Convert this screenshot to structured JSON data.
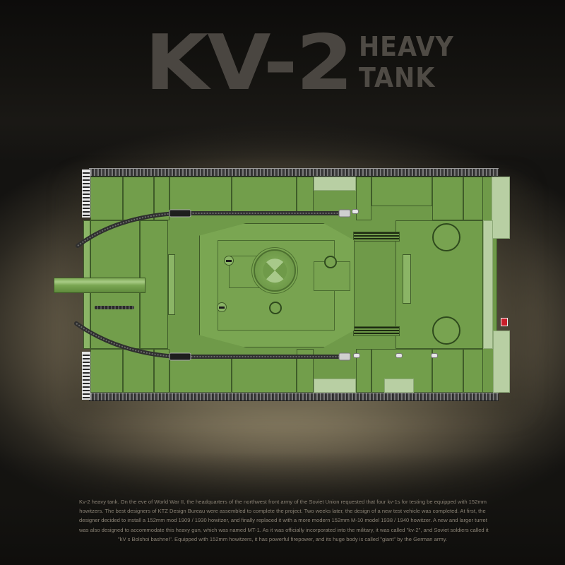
{
  "header": {
    "title_main": "KV-2",
    "title_sub_line1": "HEAVY",
    "title_sub_line2": "TANK"
  },
  "description": {
    "lines": [
      "Kv-2 heavy tank. On the eve of World War II, the headquarters of the northwest front army of the Soviet Union requested that four kv-1s for testing be equipped with 152mm",
      "howitzers. The best designers of KTZ Design Bureau were assembled to complete the project. Two weeks later, the design of a new test vehicle was completed. At first, the",
      "designer decided to install a 152mm mod 1909 / 1930 howitzer, and finally replaced it with a more modern 152mm M-10 model 1938 / 1940 howitzer. A new and larger turret",
      "was also designed to accommodate this heavy gun, which was named MT-1. As it was officially incorporated into the military, it was called \"kv-2\", and Soviet soldiers called it",
      "\"kV s Bolshoi bashnei\". Equipped with 152mm howitzers, it has powerful firepower, and its huge body is called \"giant\" by the German army."
    ]
  },
  "model": {
    "subject": "KV-2 heavy tank brick model, top view",
    "colors": {
      "hull_green": "#6f9a49",
      "turret_green": "#7aa652",
      "track_gray": "#3b3b3b",
      "taillight_red": "#c81e2a",
      "background_tan": "#b2a586",
      "title_gray": "#4a4641"
    }
  }
}
